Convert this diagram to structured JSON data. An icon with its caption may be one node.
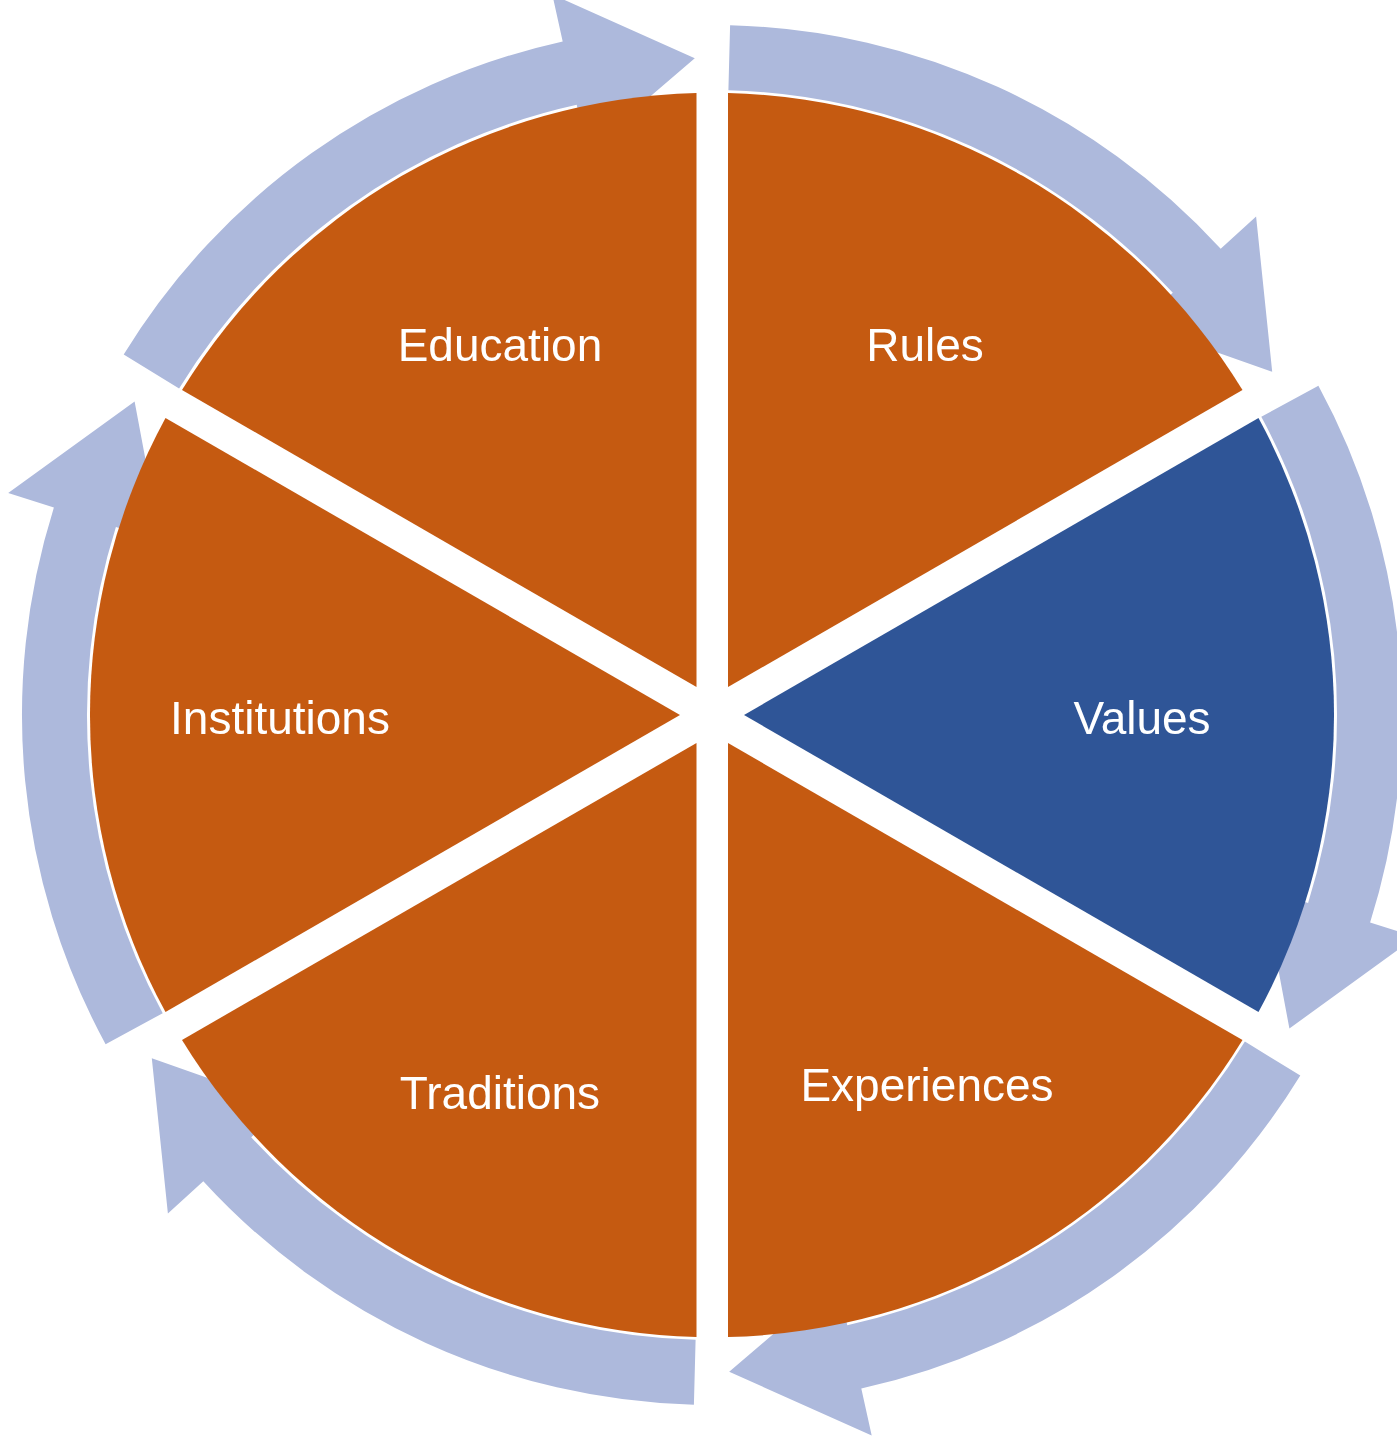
{
  "diagram": {
    "nodes": [
      {
        "text": [
          "Education"
        ]
      },
      {
        "text": [
          "Rules"
        ]
      },
      {
        "text": [
          "Institutions"
        ]
      },
      {
        "text": [
          "Values"
        ]
      },
      {
        "text": [
          "Traditions"
        ]
      },
      {
        "text": [
          "Experiences"
        ]
      }
    ],
    "edges": [
      {
        "from": 1,
        "to": 3,
        "arrow": "to"
      },
      {
        "from": 3,
        "to": 5,
        "arrow": "to"
      },
      {
        "from": 5,
        "to": 4,
        "arrow": "to"
      },
      {
        "from": 4,
        "to": 2,
        "arrow": "to"
      },
      {
        "from": 2,
        "to": 0,
        "arrow": "to"
      },
      {
        "from": 0,
        "to": 1,
        "arrow": "to"
      }
    ]
  }
}
